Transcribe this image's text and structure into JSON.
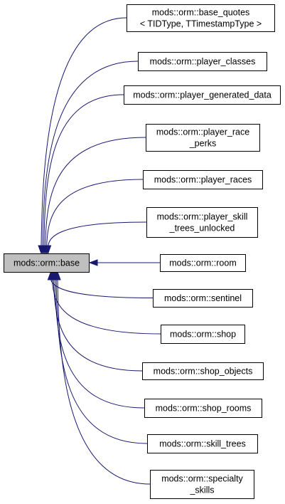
{
  "diagram": {
    "edge_color": "#191970",
    "base": {
      "id": "base",
      "lines": [
        "mods::orm::base"
      ],
      "fill": "#bfbfbf"
    },
    "derived": [
      {
        "id": "base-quotes",
        "lines": [
          "mods::orm::base_quotes",
          "< TIDType, TTimestampType >"
        ]
      },
      {
        "id": "player-classes",
        "lines": [
          "mods::orm::player_classes"
        ]
      },
      {
        "id": "player-generated-data",
        "lines": [
          "mods::orm::player_generated_data"
        ]
      },
      {
        "id": "player-race-perks",
        "lines": [
          "mods::orm::player_race",
          "_perks"
        ]
      },
      {
        "id": "player-races",
        "lines": [
          "mods::orm::player_races"
        ]
      },
      {
        "id": "player-skill-trees-unlocked",
        "lines": [
          "mods::orm::player_skill",
          "_trees_unlocked"
        ]
      },
      {
        "id": "room",
        "lines": [
          "mods::orm::room"
        ]
      },
      {
        "id": "sentinel",
        "lines": [
          "mods::orm::sentinel"
        ]
      },
      {
        "id": "shop",
        "lines": [
          "mods::orm::shop"
        ]
      },
      {
        "id": "shop-objects",
        "lines": [
          "mods::orm::shop_objects"
        ]
      },
      {
        "id": "shop-rooms",
        "lines": [
          "mods::orm::shop_rooms"
        ]
      },
      {
        "id": "skill-trees",
        "lines": [
          "mods::orm::skill_trees"
        ]
      },
      {
        "id": "specialty-skills",
        "lines": [
          "mods::orm::specialty",
          "_skills"
        ]
      }
    ]
  }
}
